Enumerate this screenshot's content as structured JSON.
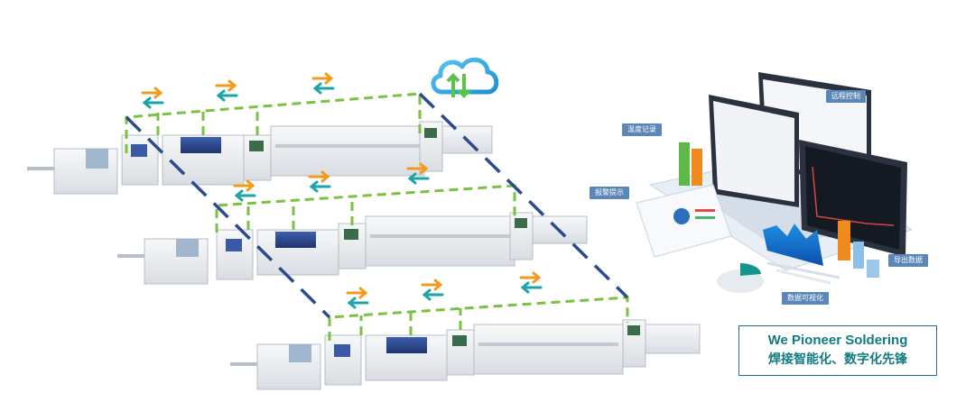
{
  "labels": {
    "temperature_record": "温度记录",
    "remote_control": "远程控制",
    "alarm_prompt": "报警提示",
    "export_data": "导出数据",
    "data_visualization": "数据可视化"
  },
  "slogan": {
    "english": "We Pioneer Soldering",
    "chinese": "焊接智能化、数字化先锋"
  },
  "icons": {
    "cloud": "cloud-sync-icon",
    "transfer": "transfer-arrows-icon"
  },
  "colors": {
    "accent_teal": "#127a82",
    "arrow_orange": "#f39a1e",
    "arrow_teal": "#1aa6a6",
    "link_green": "#7bc143",
    "link_navy": "#2b4a8f",
    "label_blue": "#5a86b8"
  }
}
